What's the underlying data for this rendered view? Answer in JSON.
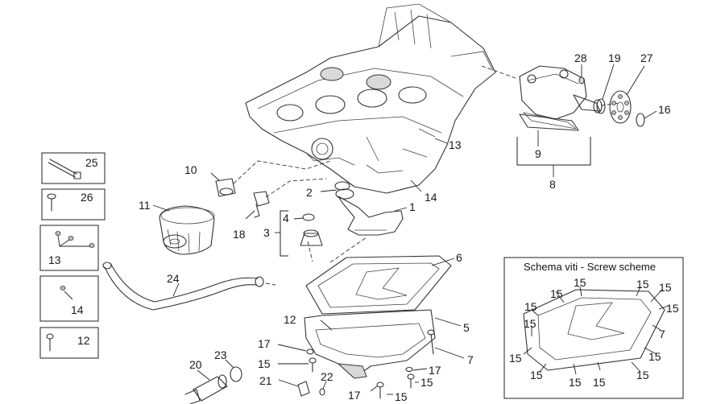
{
  "callouts": {
    "c1": "1",
    "c2": "2",
    "c3": "3",
    "c4": "4",
    "c5": "5",
    "c6": "6",
    "c7": "7",
    "c8": "8",
    "c9": "9",
    "c10": "10",
    "c11": "11",
    "c12": "12",
    "c13": "13",
    "c14": "14",
    "c15": "15",
    "c16": "16",
    "c17": "17",
    "c18": "18",
    "c19": "19",
    "c20": "20",
    "c21": "21",
    "c22": "22",
    "c23": "23",
    "c24": "24",
    "c25": "25",
    "c26": "26",
    "c27": "27",
    "c28": "28"
  },
  "screw_scheme": {
    "title": "Schema viti - Screw scheme"
  }
}
